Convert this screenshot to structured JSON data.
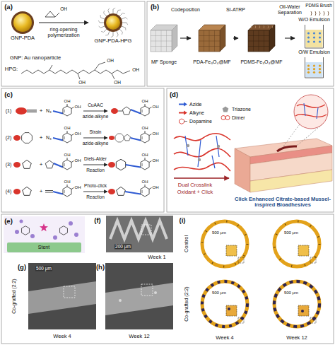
{
  "diagram": {
    "nodes": [
      {
        "text": [
          "GNP-PDA"
        ]
      },
      {
        "text": [
          "GNP-PDA-HPG"
        ]
      },
      {
        "text": [
          "MF Sponge"
        ]
      },
      {
        "text": [
          "PDA-Fe₃O₄@MF"
        ]
      },
      {
        "text": [
          "PDMS-Fe₃O₄@MF"
        ]
      },
      {
        "text": [
          "W/O Emulsion",
          "O/W Emulsion"
        ]
      }
    ],
    "edges": [
      {
        "from": 0,
        "to": 1,
        "arrow": "to",
        "label": "ring-opening polymerization"
      },
      {
        "from": 2,
        "to": 3,
        "arrow": "to",
        "label": "Codeposition"
      },
      {
        "from": 3,
        "to": 4,
        "arrow": "to",
        "label": "SI-ATRP"
      },
      {
        "from": 4,
        "to": 5,
        "arrow": "to",
        "label": "Oil-Water Separation"
      }
    ],
    "labels": [
      "(a)",
      "OH",
      "GNP: Au nanoparticle",
      "HPG:",
      "OH",
      "OH",
      "OH",
      "OH",
      "(b)",
      "PDMS Brush",
      "(c)",
      "(1)",
      "+",
      "N₃",
      "OH",
      "OH",
      "CuAAC",
      "azide-alkyne",
      "OH",
      "OH",
      "(2)",
      "+",
      "N₃",
      "OH",
      "OH",
      "Strain",
      "azide-alkyne",
      "OH",
      "OH",
      "(3)",
      "+",
      "OH",
      "OH",
      "Diels-Alder",
      "Reaction",
      "OH",
      "OH",
      "(4)",
      "+",
      "OH",
      "OH",
      "Photo-click",
      "Reaction",
      "OH",
      "OH",
      "(d)",
      "Dual Crosslink",
      "Oxidant + Click",
      "Click Enhanced Citrate-based Mussel-inspired Bioadhesives",
      "(e)",
      "Stent",
      "(f)",
      "200 μm",
      "Week 1",
      "(g)",
      "500 μm",
      "Week 4",
      "(h)",
      "Week 12",
      "Co-grafted (2:2)",
      "(i)",
      "500 μm",
      "500 μm",
      "500 μm",
      "500 μm",
      "Control",
      "Co-grafted (2:2)",
      "Week 4",
      "Week 12"
    ],
    "legend": [
      {
        "text": "Azide"
      },
      {
        "text": "Alkyne"
      },
      {
        "text": "Triazone"
      },
      {
        "text": "Dimer"
      },
      {
        "text": "Dopamine"
      }
    ]
  }
}
